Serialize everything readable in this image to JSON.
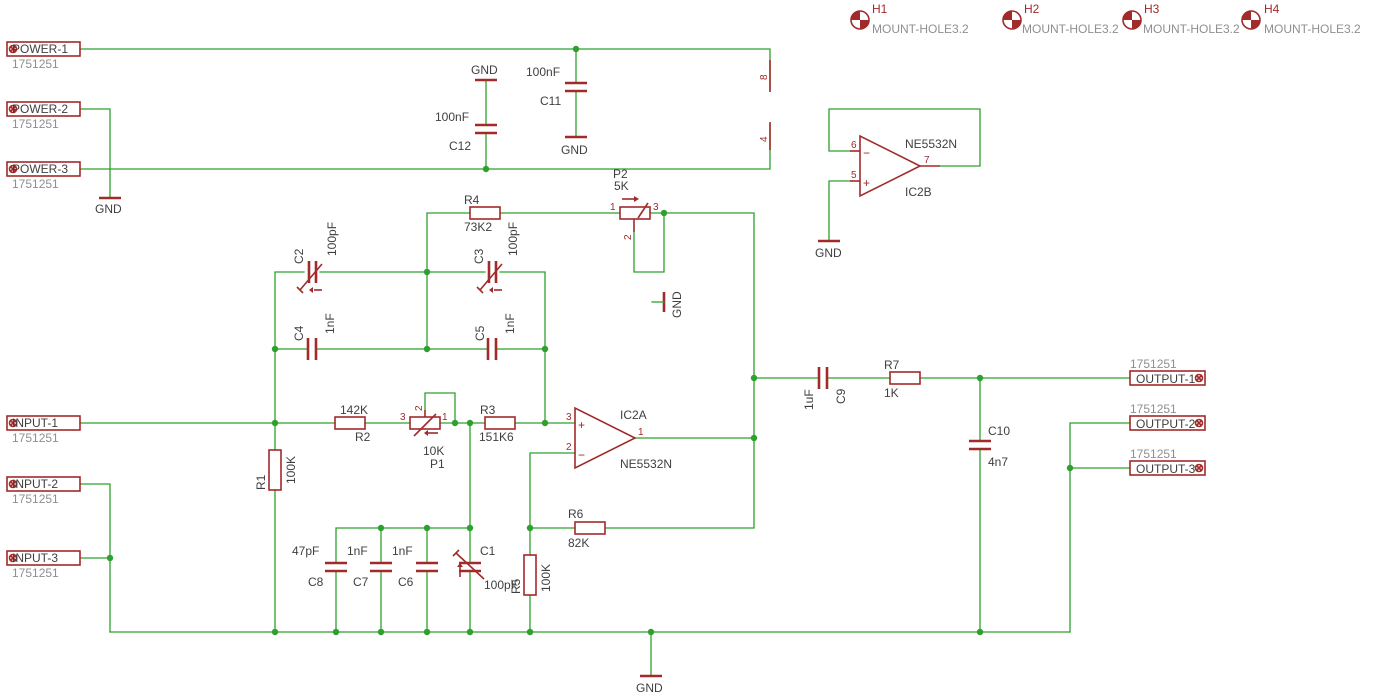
{
  "connectors": {
    "power1": {
      "name": "POWER-1",
      "part": "1751251"
    },
    "power2": {
      "name": "POWER-2",
      "part": "1751251"
    },
    "power3": {
      "name": "POWER-3",
      "part": "1751251"
    },
    "input1": {
      "name": "INPUT-1",
      "part": "1751251"
    },
    "input2": {
      "name": "INPUT-2",
      "part": "1751251"
    },
    "input3": {
      "name": "INPUT-3",
      "part": "1751251"
    },
    "output1": {
      "name": "OUTPUT-1",
      "part": "1751251"
    },
    "output2": {
      "name": "OUTPUT-2",
      "part": "1751251"
    },
    "output3": {
      "name": "OUTPUT-3",
      "part": "1751251"
    }
  },
  "mount_holes": [
    {
      "ref": "H1",
      "value": "MOUNT-HOLE3.2"
    },
    {
      "ref": "H2",
      "value": "MOUNT-HOLE3.2"
    },
    {
      "ref": "H3",
      "value": "MOUNT-HOLE3.2"
    },
    {
      "ref": "H4",
      "value": "MOUNT-HOLE3.2"
    }
  ],
  "gnd": "GND",
  "components": {
    "C11": {
      "ref": "C11",
      "value": "100nF"
    },
    "C12": {
      "ref": "C12",
      "value": "100nF"
    },
    "R4": {
      "ref": "R4",
      "value": "73K2"
    },
    "P2": {
      "ref": "P2",
      "value": "5K"
    },
    "C2": {
      "ref": "C2",
      "value": "100pF"
    },
    "C3": {
      "ref": "C3",
      "value": "100pF"
    },
    "C4": {
      "ref": "C4",
      "value": "1nF"
    },
    "C5": {
      "ref": "C5",
      "value": "1nF"
    },
    "R2": {
      "ref": "R2",
      "value": "142K"
    },
    "P1": {
      "ref": "P1",
      "value": "10K"
    },
    "R3": {
      "ref": "R3",
      "value": "151K6"
    },
    "R1": {
      "ref": "R1",
      "value": "100K"
    },
    "R5": {
      "ref": "R5",
      "value": "100K"
    },
    "R6": {
      "ref": "R6",
      "value": "82K"
    },
    "C8": {
      "ref": "C8",
      "value": "47pF"
    },
    "C7": {
      "ref": "C7",
      "value": "1nF"
    },
    "C6": {
      "ref": "C6",
      "value": "1nF"
    },
    "C1": {
      "ref": "C1",
      "value": "100pF"
    },
    "C9": {
      "ref": "C9",
      "value": "1uF"
    },
    "R7": {
      "ref": "R7",
      "value": "1K"
    },
    "C10": {
      "ref": "C10",
      "value": "4n7"
    }
  },
  "opamps": {
    "IC2A": {
      "ref": "IC2A",
      "value": "NE5532N"
    },
    "IC2B": {
      "ref": "IC2B",
      "value": "NE5532N"
    }
  },
  "pins": {
    "p1": "1",
    "p2": "2",
    "p3": "3",
    "p4": "4",
    "p5": "5",
    "p6": "6",
    "p7": "7",
    "p8": "8",
    "plus": "+",
    "minus": "−"
  }
}
